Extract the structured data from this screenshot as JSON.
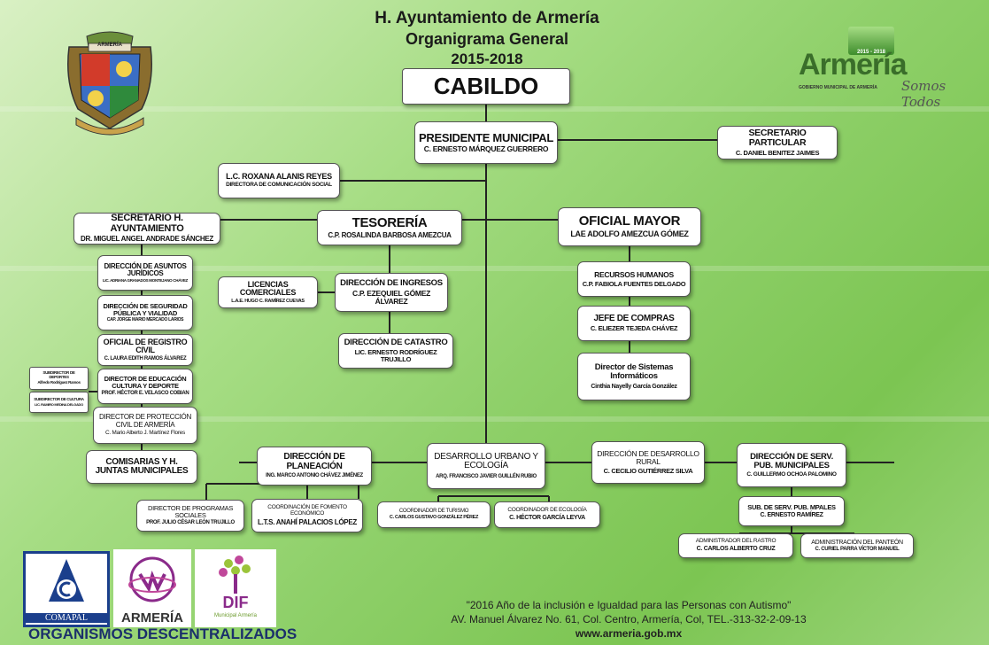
{
  "header": {
    "line1": "H. Ayuntamiento de Armería",
    "line2": "Organigrama General",
    "line3": "2015-2018"
  },
  "logo_right": {
    "word": "Armería",
    "sub": "GOBIERNO MUNICIPAL DE ARMERÍA",
    "slogan": "Somos Todos",
    "badge": "2015 - 2018"
  },
  "coat_of_arms": {
    "banner": "ARMERÍA"
  },
  "cabildo": "CABILDO",
  "presidente": {
    "title": "PRESIDENTE MUNICIPAL",
    "name": "C. ERNESTO MÁRQUEZ GUERRERO"
  },
  "secretario_particular": {
    "title": "SECRETARIO PARTICULAR",
    "name": "C. DANIEL BENITEZ JAIMES"
  },
  "comunicacion": {
    "name": "L.C. ROXANA ALANIS REYES",
    "title": "DIRECTORA DE COMUNICACIÓN SOCIAL"
  },
  "secretario_ayto": {
    "title": "SECRETARIO H. AYUNTAMIENTO",
    "name": "DR. MIGUEL ANGEL ANDRADE SÁNCHEZ"
  },
  "tesoreria": {
    "title": "TESORERÍA",
    "name": "C.P. ROSALINDA BARBOSA AMEZCUA"
  },
  "oficial_mayor": {
    "title": "OFICIAL MAYOR",
    "name": "LAE ADOLFO AMEZCUA GÓMEZ"
  },
  "juridicos": {
    "title": "DIRECCIÓN DE ASUNTOS JURÍDICOS",
    "name": "LIC. ADRIANA GRANADOS MONTEJANO CHÁVEZ"
  },
  "seguridad": {
    "title": "DIRECCIÓN DE SEGURIDAD PÚBLICA Y VIALIDAD",
    "name": "CAP. JORGE MARIO MERCADO LARIOS"
  },
  "registro": {
    "title": "OFICIAL DE REGISTRO CIVIL",
    "name": "C. LAURA EDITH RAMOS ÁLVAREZ"
  },
  "educacion": {
    "title": "DIRECTOR DE EDUCACIÓN CULTURA Y DEPORTE",
    "name": "PROF. HÉCTOR E. VELASCO COBIAN"
  },
  "subdeportes": {
    "title": "SUBDIRECTOR DE DEPORTES",
    "name": "Alfredo Rodríguez Ramos"
  },
  "subcultura": {
    "title": "SUBDIRECTOR DE CULTURA",
    "name": "LIC. RAMIRO MEDINA DELGADO"
  },
  "proteccion": {
    "title": "DIRECTOR DE PROTECCIÓN CIVIL DE ARMERÍA",
    "name": "C. Mario Alberto J. Martínez Flores"
  },
  "comisarias": {
    "title": "COMISARIAS Y H. JUNTAS MUNICIPALES"
  },
  "licencias": {
    "title": "LICENCIAS COMERCIALES",
    "name": "L.A.E. HUGO C. RAMÍREZ CUEVAS"
  },
  "ingresos": {
    "title": "DIRECCIÓN DE INGRESOS",
    "name": "C.P. EZEQUIEL GÓMEZ ÁLVAREZ"
  },
  "catastro": {
    "title": "DIRECCIÓN DE CATASTRO",
    "name": "LIC. ERNESTO RODRÍGUEZ TRUJILLO"
  },
  "rh": {
    "title": "RECURSOS HUMANOS",
    "name": "C.P. FABIOLA FUENTES DELGADO"
  },
  "compras": {
    "title": "JEFE DE COMPRAS",
    "name": "C. ELIEZER TEJEDA CHÁVEZ"
  },
  "sistemas": {
    "title": "Director de Sistemas Informáticos",
    "name": "Cinthia Nayelly García González"
  },
  "planeacion": {
    "title": "DIRECCIÓN DE PLANEACIÓN",
    "name": "ING. MARCO ANTONIO CHÁVEZ JIMÉNEZ"
  },
  "urbano": {
    "title": "DESARROLLO URBANO Y ECOLOGÍA",
    "name": "ARQ. FRANCISCO JAVIER GUILLÉN RUBIO"
  },
  "rural": {
    "title": "DIRECCIÓN DE DESARROLLO RURAL",
    "name": "C. CECILIO GUTIÉRREZ SILVA"
  },
  "servpub": {
    "title": "DIRECCIÓN DE SERV. PUB. MUNICIPALES",
    "name": "C. GUILLERMO OCHOA PALOMINO"
  },
  "programas": {
    "title": "DIRECTOR DE PROGRAMAS SOCIALES",
    "name": "PROF. JULIO CÉSAR LEÓN TRUJILLO"
  },
  "fomento": {
    "title": "COORDINACIÓN DE FOMENTO ECONÓMICO",
    "name": "L.T.S. ANAHÍ PALACIOS LÓPEZ"
  },
  "turismo": {
    "title": "COORDINADOR DE TURISMO",
    "name": "C. CARLOS GUSTAVO GONZÁLEZ PÉREZ"
  },
  "ecologia": {
    "title": "COORDINADOR DE ECOLOGÍA",
    "name": "C. HÉCTOR GARCÍA LEYVA"
  },
  "subserv": {
    "title": "SUB. DE SERV. PUB. MPALES",
    "name": "C. ERNESTO RAMÍREZ"
  },
  "rastro": {
    "title": "ADMINISTRADOR DEL RASTRO",
    "name": "C. CARLOS ALBERTO CRUZ"
  },
  "panteon": {
    "title": "ADMINISTRACIÓN DEL PANTEÓN",
    "name": "C. CURIEL PARRA VÍCTOR MANUEL"
  },
  "organismos": {
    "comapal": "COMAPAL",
    "armeria": "ARMERÍA",
    "dif": "DIF",
    "dif_sub": "Municipal Armería",
    "label": "ORGANISMOS DESCENTRALIZADOS"
  },
  "footer": {
    "motto": "\"2016 Año de la inclusión e Igualdad para las Personas con Autismo\"",
    "address": "AV. Manuel Álvarez No. 61, Col. Centro, Armería, Col, TEL.-313-32-2-09-13",
    "web": "www.armeria.gob.mx"
  }
}
